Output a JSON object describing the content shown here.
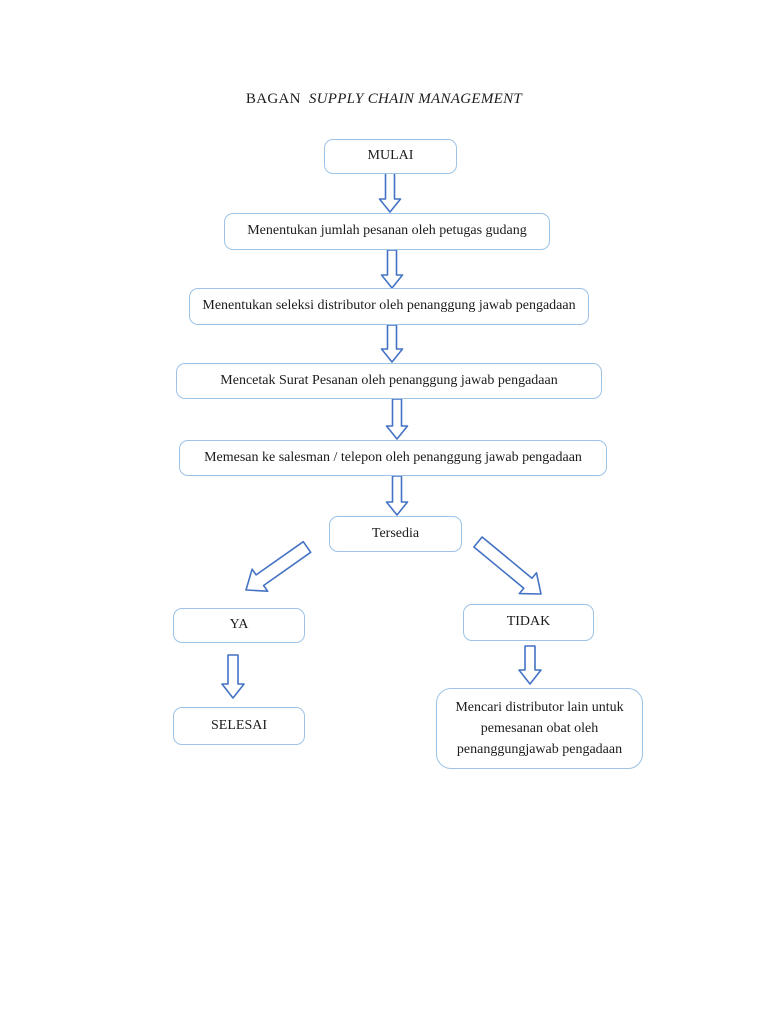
{
  "page": {
    "background": "#ffffff"
  },
  "title": {
    "prefix": "BAGAN",
    "italic": "SUPPLY CHAIN MANAGEMENT"
  },
  "flowchart": {
    "type": "flowchart",
    "colors": {
      "box_border": "#9dc3e6",
      "arrow_stroke": "#4472c4",
      "arrow_fill": "#ffffff",
      "text": "#1c1c1c"
    },
    "nodes": [
      {
        "id": "mulai",
        "label": "MULAI"
      },
      {
        "id": "step1",
        "label": "Menentukan jumlah pesanan oleh petugas gudang"
      },
      {
        "id": "step2",
        "label": "Menentukan seleksi distributor oleh penanggung jawab pengadaan"
      },
      {
        "id": "step3",
        "label": "Mencetak Surat Pesanan oleh penanggung jawab pengadaan"
      },
      {
        "id": "step4",
        "label": "Memesan ke salesman / telepon oleh penanggung jawab pengadaan"
      },
      {
        "id": "tersedia",
        "label": "Tersedia"
      },
      {
        "id": "ya",
        "label": "YA"
      },
      {
        "id": "tidak",
        "label": "TIDAK"
      },
      {
        "id": "selesai",
        "label": "SELESAI"
      },
      {
        "id": "mencari",
        "label": "Mencari distributor lain untuk pemesanan obat oleh penanggungjawab pengadaan"
      }
    ],
    "edges": [
      {
        "from": "mulai",
        "to": "step1"
      },
      {
        "from": "step1",
        "to": "step2"
      },
      {
        "from": "step2",
        "to": "step3"
      },
      {
        "from": "step3",
        "to": "step4"
      },
      {
        "from": "step4",
        "to": "tersedia"
      },
      {
        "from": "tersedia",
        "to": "ya"
      },
      {
        "from": "tersedia",
        "to": "tidak"
      },
      {
        "from": "ya",
        "to": "selesai"
      },
      {
        "from": "tidak",
        "to": "mencari"
      }
    ]
  }
}
